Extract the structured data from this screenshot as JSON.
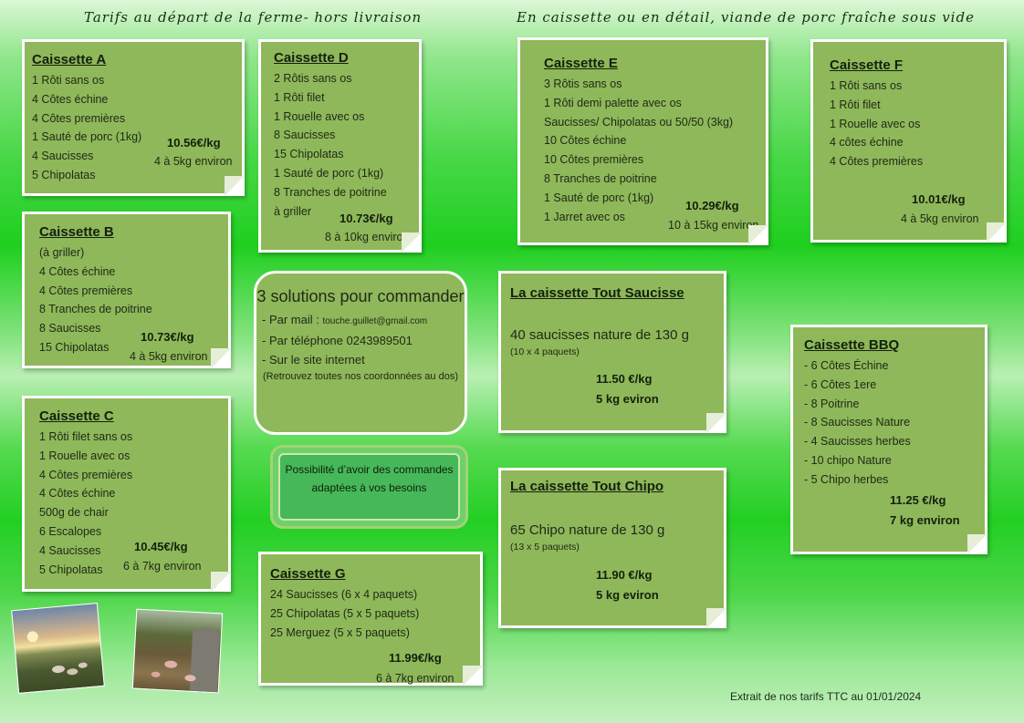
{
  "header": {
    "left": "Tarifs au départ de la ferme- hors livraison",
    "right": "En caissette ou en détail, viande de porc fraîche sous vide"
  },
  "cards": {
    "a": {
      "title": "Caissette A",
      "items": [
        "1 Rôti sans os",
        "4 Côtes échine",
        "4 Côtes premières",
        "1 Sauté de porc (1kg)",
        "4 Saucisses",
        "5 Chipolatas"
      ],
      "price": "10.56€/kg",
      "weight": "4 à 5kg environ"
    },
    "b": {
      "title": "Caissette B",
      "items": [
        "(à griller)",
        "4 Côtes échine",
        "4 Côtes premières",
        "8 Tranches de poitrine",
        "8 Saucisses",
        "15 Chipolatas"
      ],
      "price": "10.73€/kg",
      "weight": "4 à 5kg environ"
    },
    "c": {
      "title": "Caissette C",
      "items": [
        "1 Rôti filet sans os",
        "1 Rouelle avec os",
        "4 Côtes premières",
        "4 Côtes échine",
        "500g de chair",
        "6 Escalopes",
        "4 Saucisses",
        "5 Chipolatas"
      ],
      "price": "10.45€/kg",
      "weight": "6 à 7kg environ"
    },
    "d": {
      "title": "Caissette D",
      "items": [
        "2 Rôtis sans os",
        "1 Rôti filet",
        "1 Rouelle avec os",
        "8 Saucisses",
        "15 Chipolatas",
        "1 Sauté de porc (1kg)",
        "8 Tranches de poitrine",
        "à griller"
      ],
      "price": "10.73€/kg",
      "weight": "8 à 10kg environ"
    },
    "e": {
      "title": "Caissette E",
      "items": [
        "3 Rôtis sans os",
        "1 Rôti demi palette avec os",
        "Saucisses/ Chipolatas ou 50/50 (3kg)",
        "10 Côtes échine",
        "10 Côtes premières",
        "8 Tranches de poitrine",
        "1 Sauté de porc (1kg)",
        "1 Jarret avec os"
      ],
      "price": "10.29€/kg",
      "weight": "10 à 15kg environ"
    },
    "f": {
      "title": "Caissette F",
      "items": [
        "1 Rôti sans os",
        "1 Rôti filet",
        "1 Rouelle avec os",
        "4 côtes échine",
        "4 Côtes premières"
      ],
      "price": "10.01€/kg",
      "weight": "4 à 5kg environ"
    },
    "g": {
      "title": "Caissette G",
      "items": [
        "24 Saucisses (6 x 4 paquets)",
        "25 Chipolatas (5 x 5 paquets)",
        "25 Merguez (5 x 5 paquets)"
      ],
      "price": "11.99€/kg",
      "weight": "6 à 7kg environ"
    },
    "saucisse": {
      "title": "La caissette Tout Saucisse",
      "main": "40 saucisses nature de 130 g",
      "sub": "(10 x 4 paquets)",
      "price": "11.50 €/kg",
      "weight": "5 kg eviron"
    },
    "chipo": {
      "title": "La caissette Tout Chipo",
      "main": "65 Chipo nature de 130 g",
      "sub": "(13 x 5 paquets)",
      "price": "11.90 €/kg",
      "weight": "5 kg eviron"
    },
    "bbq": {
      "title": "Caissette BBQ",
      "items": [
        "- 6 Côtes Échine",
        "- 6 Côtes 1ere",
        "- 8 Poitrine",
        "- 8 Saucisses Nature",
        "- 4 Saucisses herbes",
        "- 10 chipo Nature",
        "- 5 Chipo herbes"
      ],
      "price": "11.25 €/kg",
      "weight": "7 kg environ"
    }
  },
  "order": {
    "title": "3 solutions pour commander",
    "mail_label": "- Par mail : ",
    "mail": "touche.guillet@gmail.com",
    "phone": "- Par téléphone 0243989501",
    "site": "- Sur le site internet",
    "note": "(Retrouvez toutes nos coordonnées au dos)"
  },
  "possibility": "Possibilité d’avoir des commandes adaptées à vos besoins",
  "footer": "Extrait de nos tarifs TTC au 01/01/2024",
  "colors": {
    "card": "#8fb85a",
    "border": "#ffffff",
    "possibility": "#46b85a"
  }
}
